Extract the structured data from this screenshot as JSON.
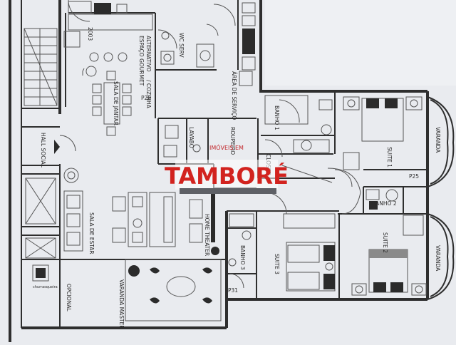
{
  "floorplan": {
    "rooms": {
      "code_2003": "2003",
      "espaco_gourmet": "ESPAÇO GOURMET",
      "alternativo": "ALTERNATIVO",
      "cozinha": "/ COZINHA",
      "wc_serv": "WC SERV",
      "area_servico": "ÁREA DE SERVIÇO",
      "sala_jantar": "SALA DE JANTAR",
      "p20": "P20",
      "hall_social": "HALL SOCIAL",
      "lavabo": "LAVABO",
      "rouparia": "ROUPEIRO",
      "closet": "CLOSET",
      "banho_1": "BANHO 1",
      "suite_1": "SUITE 1",
      "varanda_top": "VARANDA",
      "p25": "P25",
      "banho_2": "BANHO 2",
      "suite_2": "SUITE 2",
      "varanda_bottom": "VARANDA",
      "sala_estar": "SALA DE ESTAR",
      "home_theater": "HOME THEATER",
      "banho_3": "BANHO 3",
      "suite_3": "SUITE 3",
      "p31": "P31",
      "varanda_master": "VARANDA MASTER",
      "opcional": "OPCIONAL",
      "churrasqueira": "churrasqueira"
    },
    "watermark": {
      "small_text": "IMÓVEIS EM",
      "brand": "TAMBORÉ",
      "brand_color": "#d2231f"
    }
  }
}
